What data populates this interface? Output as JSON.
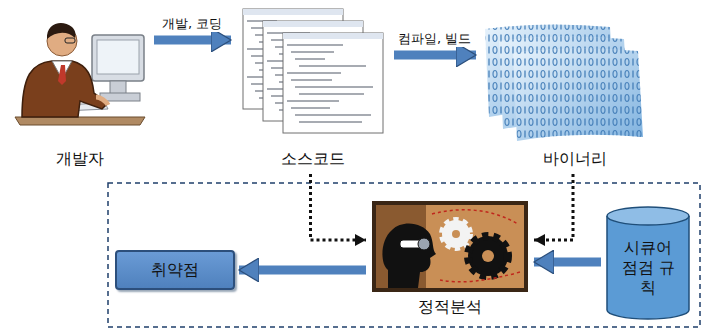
{
  "diagram": {
    "nodes": [
      {
        "text": [
          "개발자"
        ]
      },
      {
        "text": [
          "소스코드"
        ]
      },
      {
        "text": [
          "바이너리"
        ]
      },
      {
        "text": [
          "취약점"
        ]
      },
      {
        "text": [
          "정적분석"
        ]
      },
      {
        "text": [
          "시큐어 점검 규칙"
        ]
      }
    ],
    "edges": [
      {
        "from": 0,
        "to": 1,
        "label": "개발, 코딩",
        "arrow": "to"
      },
      {
        "from": 1,
        "to": 2,
        "label": "컴파일, 빌드",
        "arrow": "to"
      },
      {
        "from": 1,
        "to": 4,
        "arrow": "to"
      },
      {
        "from": 2,
        "to": 4,
        "arrow": "to"
      },
      {
        "from": 5,
        "to": 4,
        "arrow": "to"
      },
      {
        "from": 4,
        "to": 3,
        "arrow": "to"
      }
    ]
  }
}
